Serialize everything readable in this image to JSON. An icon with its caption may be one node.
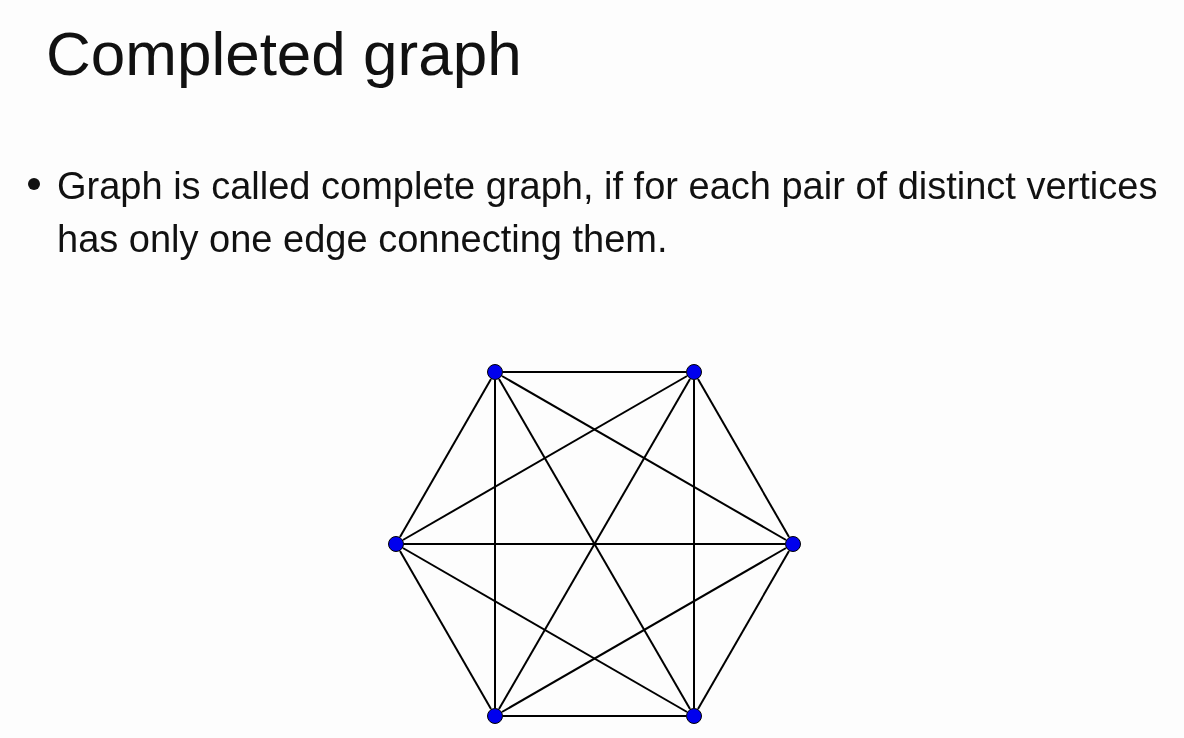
{
  "diagram": {
    "title": "Completed graph",
    "nodes": [
      {
        "text": [],
        "shape": "circle"
      },
      {
        "text": [],
        "shape": "circle"
      },
      {
        "text": [],
        "shape": "circle"
      },
      {
        "text": [],
        "shape": "circle"
      },
      {
        "text": [],
        "shape": "circle"
      },
      {
        "text": [],
        "shape": "circle"
      }
    ],
    "edges": [
      {
        "from": 0,
        "to": 1,
        "arrow": "none"
      },
      {
        "from": 0,
        "to": 2,
        "arrow": "none"
      },
      {
        "from": 0,
        "to": 3,
        "arrow": "none"
      },
      {
        "from": 0,
        "to": 4,
        "arrow": "none"
      },
      {
        "from": 0,
        "to": 5,
        "arrow": "none"
      },
      {
        "from": 1,
        "to": 2,
        "arrow": "none"
      },
      {
        "from": 1,
        "to": 3,
        "arrow": "none"
      },
      {
        "from": 1,
        "to": 4,
        "arrow": "none"
      },
      {
        "from": 1,
        "to": 5,
        "arrow": "none"
      },
      {
        "from": 2,
        "to": 3,
        "arrow": "none"
      },
      {
        "from": 2,
        "to": 4,
        "arrow": "none"
      },
      {
        "from": 2,
        "to": 5,
        "arrow": "none"
      },
      {
        "from": 3,
        "to": 4,
        "arrow": "none"
      },
      {
        "from": 3,
        "to": 5,
        "arrow": "none"
      },
      {
        "from": 4,
        "to": 5,
        "arrow": "none"
      }
    ],
    "labels": [
      "Graph is called complete graph, if for each pair of distinct vertices has only one edge connecting them."
    ]
  }
}
